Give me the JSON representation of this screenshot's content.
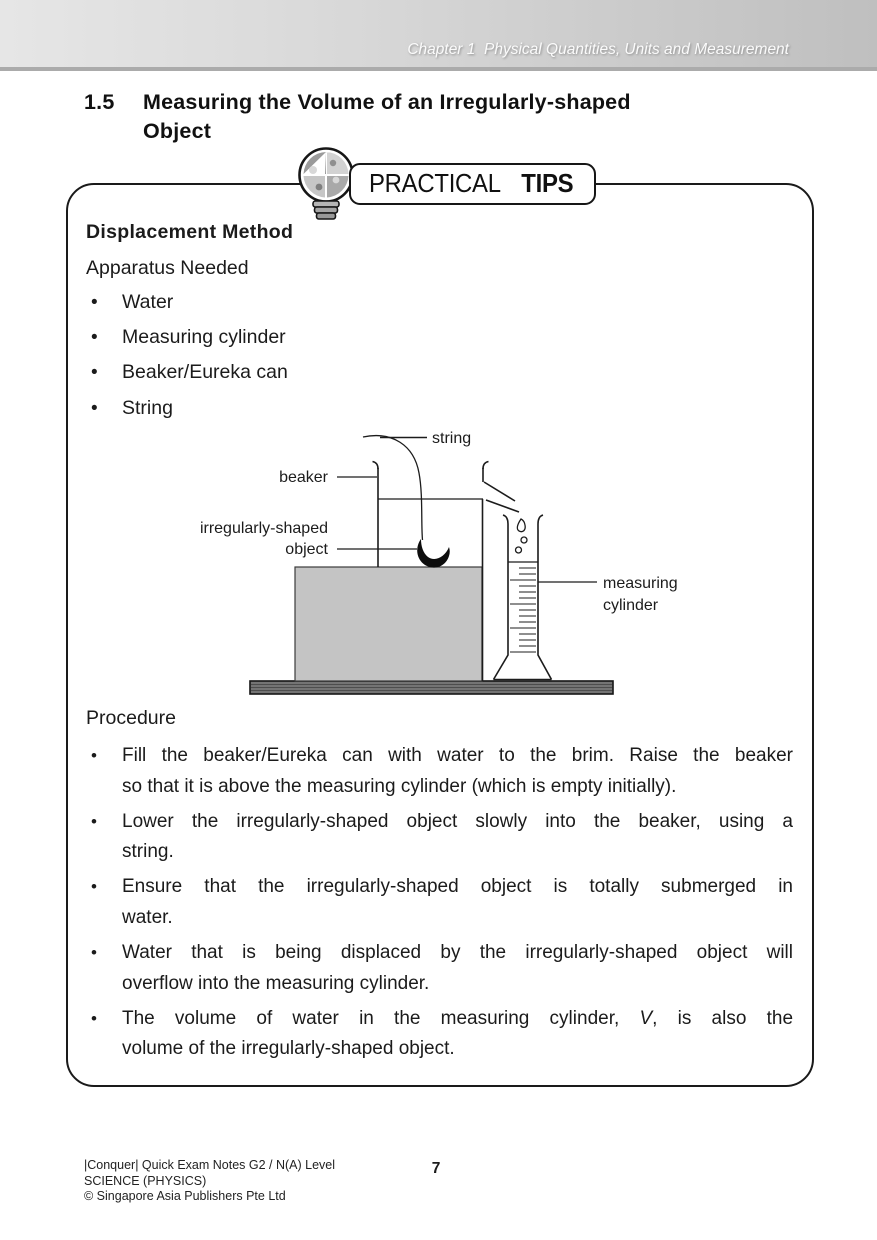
{
  "header": {
    "chapter": "Chapter 1  Physical Quantities, Units and Measurement"
  },
  "heading": {
    "number": "1.5",
    "title_line1": "Measuring the Volume of an Irregularly-shaped",
    "title_line2": "Object"
  },
  "badge": {
    "word1": "PRACTICAL",
    "word2": "TIPS"
  },
  "tips_box": {
    "subtitle": "Displacement Method",
    "apparatus_title": "Apparatus Needed",
    "apparatus": [
      "Water",
      "Measuring cylinder",
      "Beaker/Eureka can",
      "String"
    ],
    "diagram_labels": {
      "string": "string",
      "beaker": "beaker",
      "object_line1": "irregularly-shaped",
      "object_line2": "object",
      "cylinder_line1": "measuring",
      "cylinder_line2": "cylinder"
    },
    "procedure_title": "Procedure",
    "procedure": [
      {
        "line1": "Fill the beaker/Eureka can with water to the brim. Raise the beaker",
        "line2": "so that it is above the measuring cylinder (which is empty initially)."
      },
      {
        "line1": "Lower the irregularly-shaped object slowly into the beaker, using a",
        "line2": "string."
      },
      {
        "line1": "Ensure that the irregularly-shaped object is totally submerged in",
        "line2": "water."
      },
      {
        "line1": "Water that is being displaced by the irregularly-shaped object will",
        "line2": "overflow into the measuring cylinder."
      },
      {
        "line1_pre": "The volume of water in the measuring cylinder, ",
        "line1_var": "V",
        "line1_post": ", is also the",
        "line2": "volume of the irregularly-shaped object."
      }
    ]
  },
  "footer": {
    "line1": "|Conquer| Quick Exam Notes G2 / N(A) Level",
    "line2": "SCIENCE (PHYSICS)",
    "line3": "© Singapore Asia Publishers Pte Ltd",
    "page": "7"
  },
  "colors": {
    "header_gradient_start": "#e6e6e6",
    "header_gradient_end": "#bfbfbf",
    "water_fill": "#c4c4c4",
    "table_fill": "#747474",
    "ink": "#1b1b1b"
  }
}
